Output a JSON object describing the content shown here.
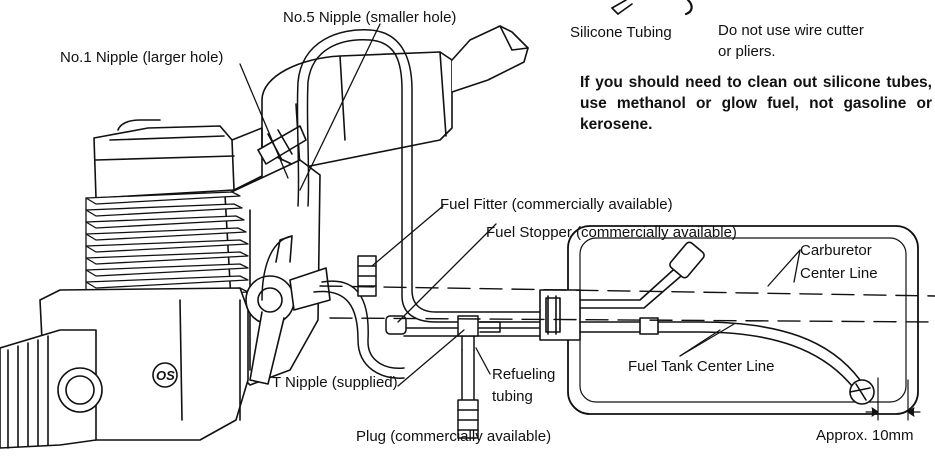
{
  "labels": {
    "no5_nipple": "No.5 Nipple (smaller hole)",
    "no1_nipple": "No.1  Nipple (larger hole)",
    "silicone_tubing": "Silicone  Tubing",
    "no_wire_cutter_1": "Do not use wire cutter",
    "no_wire_cutter_2": "or pliers.",
    "cleaning_note": "If you should need to clean out silicone tubes, use methanol or glow fuel, not gasoline or kerosene.",
    "fuel_fitter": "Fuel Fitter (commercially available)",
    "fuel_stopper": "Fuel Stopper (commercially available)",
    "carburetor_1": "Carburetor",
    "carburetor_2": "Center Line",
    "fuel_tank_center": "Fuel Tank Center Line",
    "t_nipple": "T Nipple (supplied)",
    "refueling_1": "Refueling",
    "refueling_2": "tubing",
    "plug": "Plug (commercially available)",
    "approx": "Approx. 10mm"
  },
  "engine_logo": "OS",
  "colors": {
    "ink": "#111111",
    "background": "#ffffff"
  }
}
